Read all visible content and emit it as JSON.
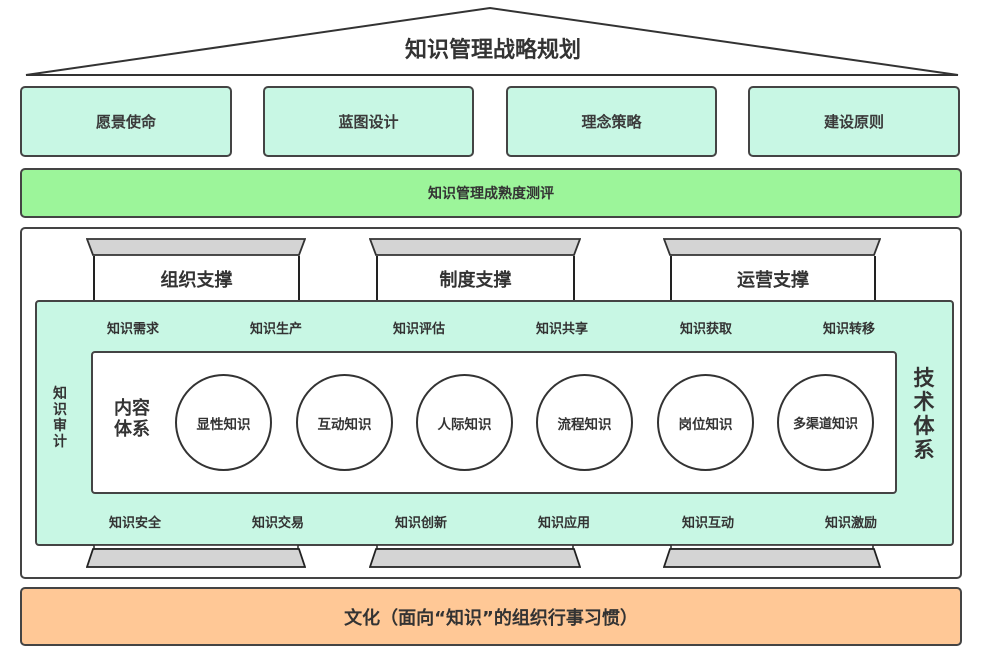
{
  "title": "知识管理战略规划",
  "strategy_boxes": [
    "愿景使命",
    "蓝图设计",
    "理念策略",
    "建设原则"
  ],
  "maturity_bar": "知识管理成熟度测评",
  "pillars": [
    "组织支撑",
    "制度支撑",
    "运营支撑"
  ],
  "process_top": [
    "知识需求",
    "知识生产",
    "知识评估",
    "知识共享",
    "知识获取",
    "知识转移"
  ],
  "process_bottom": [
    "知识安全",
    "知识交易",
    "知识创新",
    "知识应用",
    "知识互动",
    "知识激励"
  ],
  "left_side_label": [
    "知",
    "识",
    "审",
    "计"
  ],
  "right_side_label": [
    "技",
    "术",
    "体",
    "系"
  ],
  "content_system": {
    "label_line1": "内容",
    "label_line2": "体系"
  },
  "content_circles": [
    "显性知识",
    "互动知识",
    "人际知识",
    "流程知识",
    "岗位知识",
    "多渠道知识"
  ],
  "culture_bar": "文化（面向“知识”的组织行事习惯）",
  "colors": {
    "strategy_box": "#c8f7e4",
    "maturity_bar": "#9cf59a",
    "tech_panel": "#c8f7e4",
    "pillar_cap": "#d4d4d4",
    "culture_bar": "#ffc896",
    "stroke": "#444444"
  }
}
